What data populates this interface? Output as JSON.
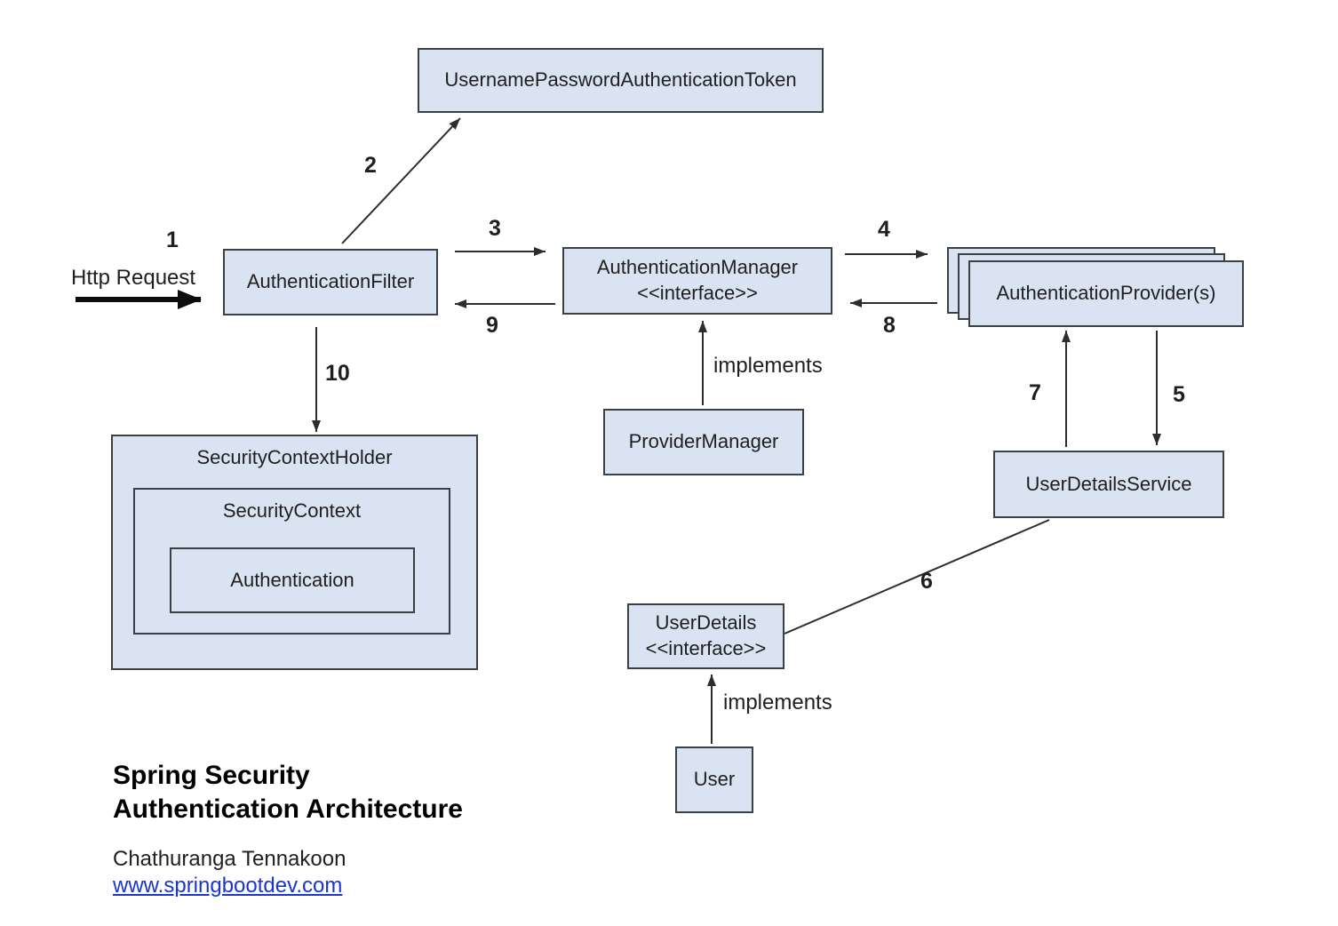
{
  "colors": {
    "box_fill": "#dae3f1",
    "box_border": "#3c4043",
    "arrow": "#2d2d2d",
    "link_blue": "#1a35cc",
    "text": "#1f1f1f",
    "background": "#ffffff"
  },
  "nodes": {
    "token": "UsernamePasswordAuthenticationToken",
    "filter": "AuthenticationFilter",
    "manager_name": "AuthenticationManager",
    "manager_stereotype": "<<interface>>",
    "providers": "AuthenticationProvider(s)",
    "provider_manager": "ProviderManager",
    "user_details_service": "UserDetailsService",
    "user_details_name": "UserDetails",
    "user_details_stereotype": "<<interface>>",
    "user": "User",
    "security_context_holder": "SecurityContextHolder",
    "security_context": "SecurityContext",
    "authentication": "Authentication"
  },
  "edge_labels": {
    "step1": "1",
    "http_request": "Http Request",
    "step2": "2",
    "step3": "3",
    "step4": "4",
    "step5": "5",
    "step6": "6",
    "step7": "7",
    "step8": "8",
    "step9": "9",
    "step10": "10",
    "implements_provider_manager": "implements",
    "implements_user": "implements"
  },
  "footer": {
    "title_line1": "Spring Security",
    "title_line2": "Authentication Architecture",
    "author": "Chathuranga Tennakoon",
    "website": "www.springbootdev.com"
  }
}
